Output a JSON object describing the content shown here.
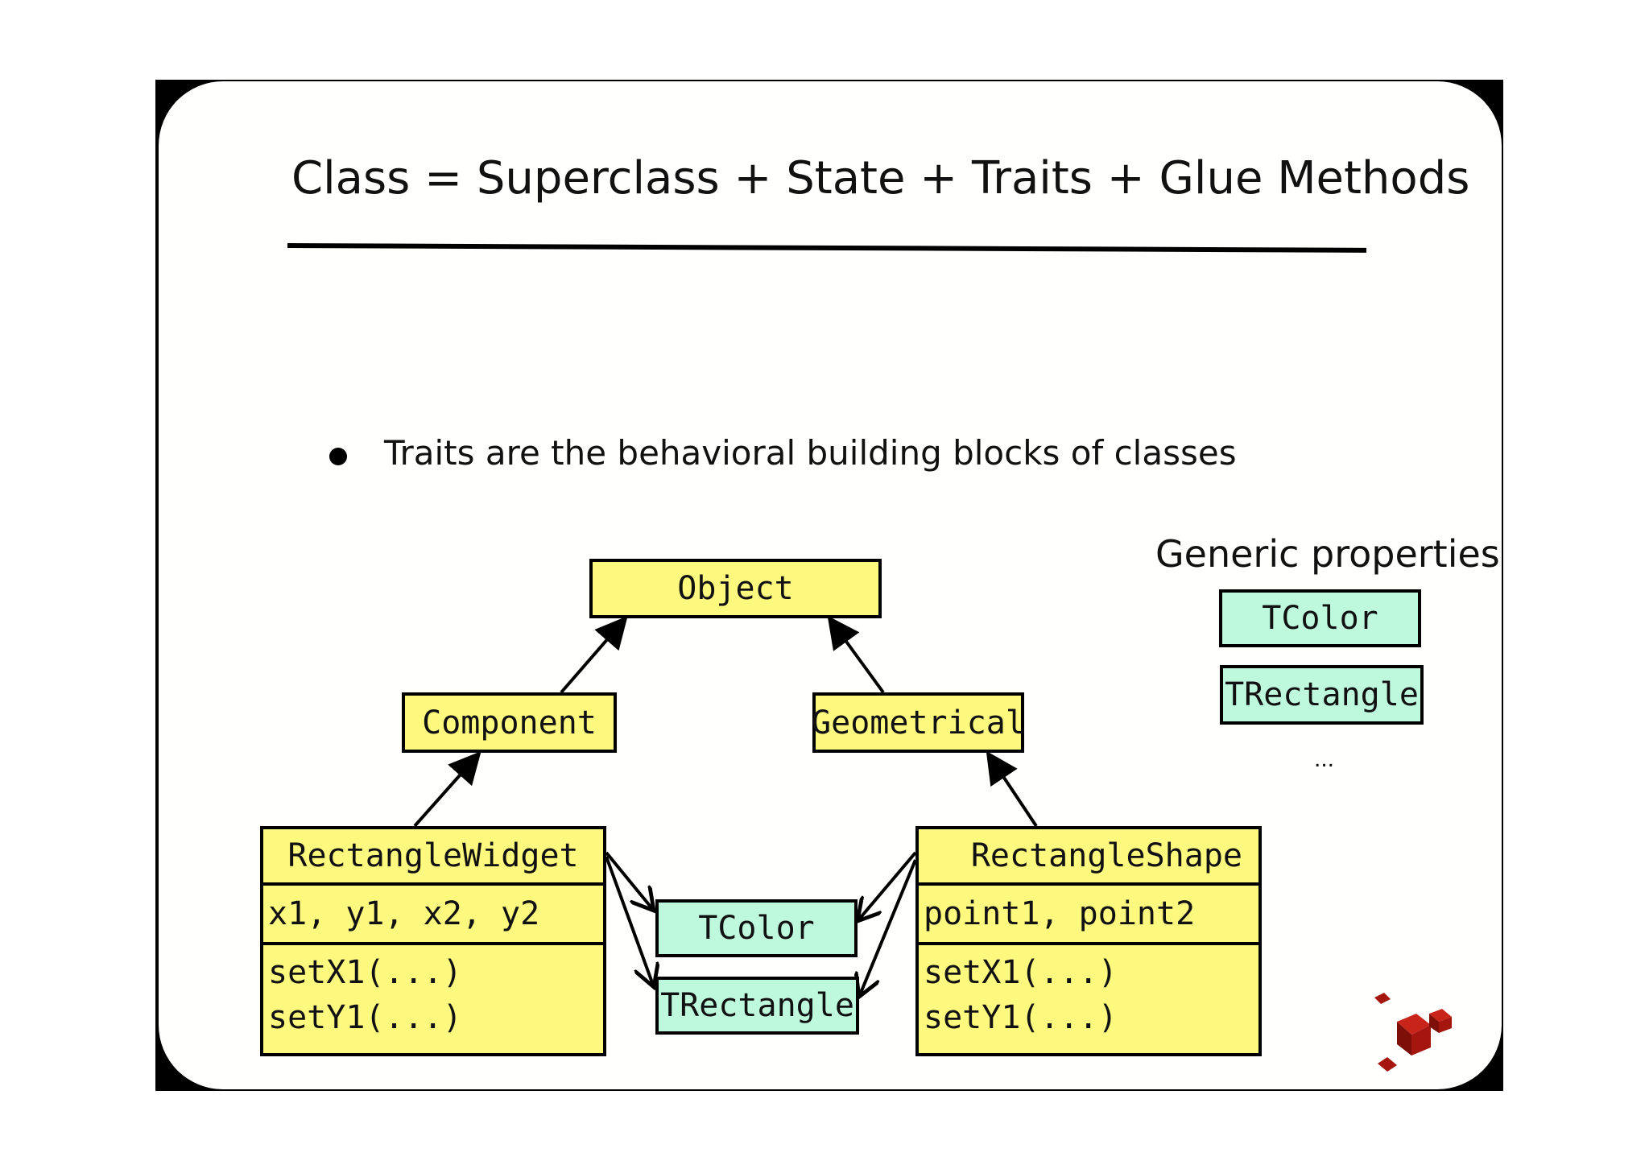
{
  "slide": {
    "title": "Class = Superclass + State + Traits + Glue Methods",
    "bullet": "Traits are the behavioral building blocks of classes"
  },
  "classes": {
    "object": {
      "name": "Object"
    },
    "component": {
      "name": "Component"
    },
    "geometrical": {
      "name": "Geometrical"
    },
    "rectangle_widget": {
      "name": "RectangleWidget",
      "state": "x1, y1, x2, y2",
      "methods": [
        "setX1(...)",
        "setY1(...)"
      ]
    },
    "rectangle_shape": {
      "name": "RectangleShape",
      "state": "point1, point2",
      "methods": [
        "setX1(...)",
        "setY1(...)"
      ]
    }
  },
  "traits_used": {
    "color": "TColor",
    "rectangle": "TRectangle"
  },
  "generic_properties": {
    "heading": "Generic properties",
    "items": [
      "TColor",
      "TRectangle"
    ],
    "more": "..."
  },
  "colors": {
    "class_box": "#fdf87e",
    "trait_box": "#bff9dd",
    "logo": "#a4160e"
  },
  "icons": {
    "logo": "red-cubes-logo"
  }
}
